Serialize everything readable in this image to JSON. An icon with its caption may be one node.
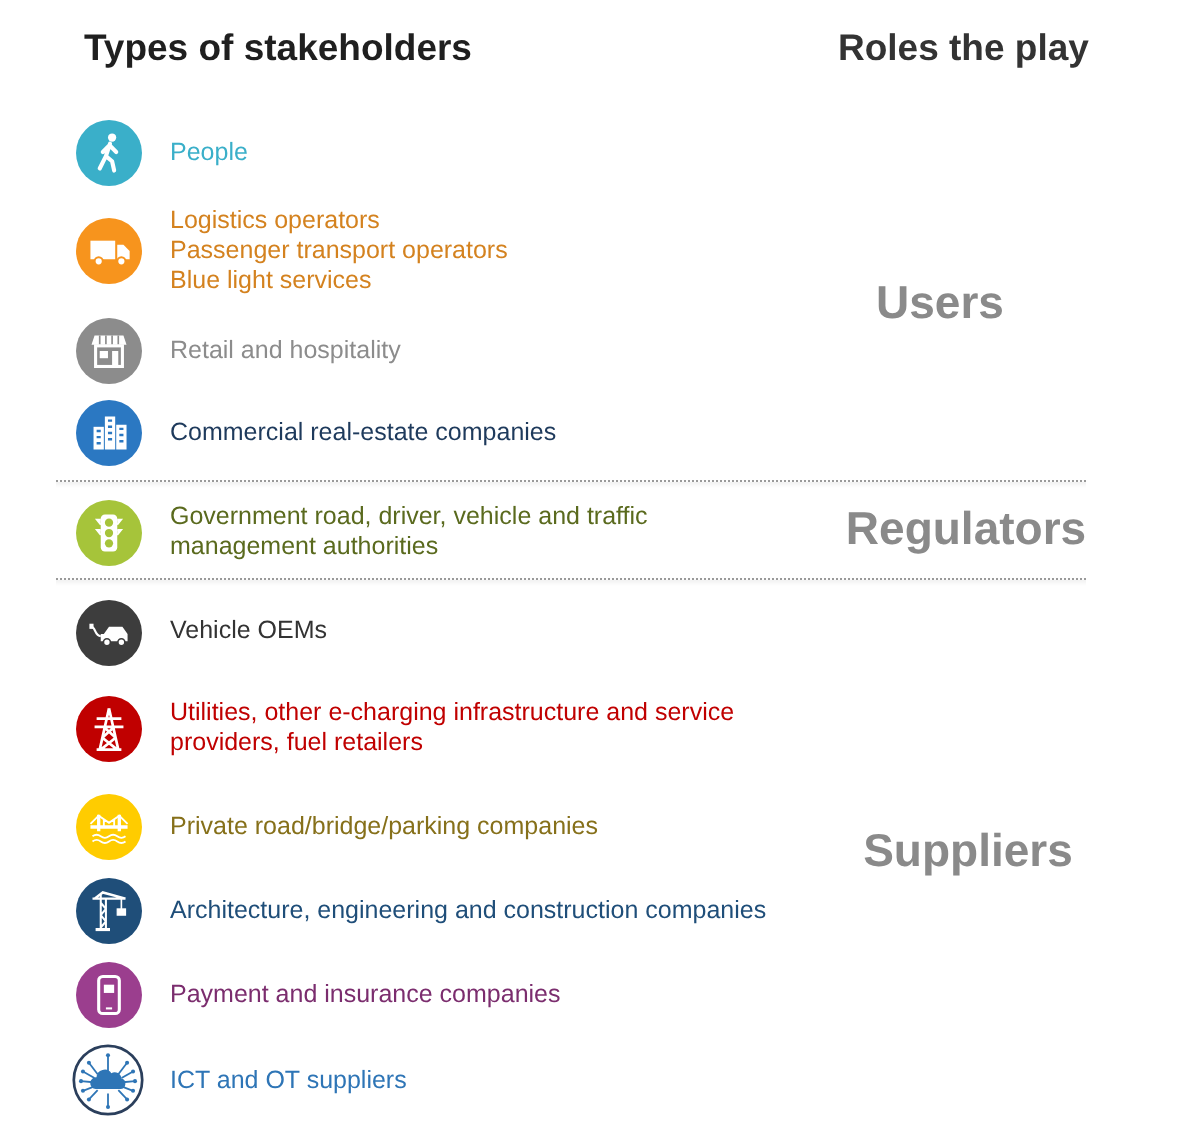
{
  "diagram": {
    "labels": [
      "Types of stakeholders",
      "Roles the play",
      "People",
      "Logistics operators",
      "Passenger transport operators",
      "Blue light services",
      "Retail and hospitality",
      "Commercial real-estate companies",
      "Government road, driver, vehicle and traffic management authorities",
      "Vehicle OEMs",
      "Utilities, other e-charging infrastructure and service providers, fuel retailers",
      "Private road/bridge/parking companies",
      "Architecture, engineering and construction companies",
      "Payment and insurance companies",
      "ICT and OT suppliers",
      "Users",
      "Regulators",
      "Suppliers"
    ]
  }
}
